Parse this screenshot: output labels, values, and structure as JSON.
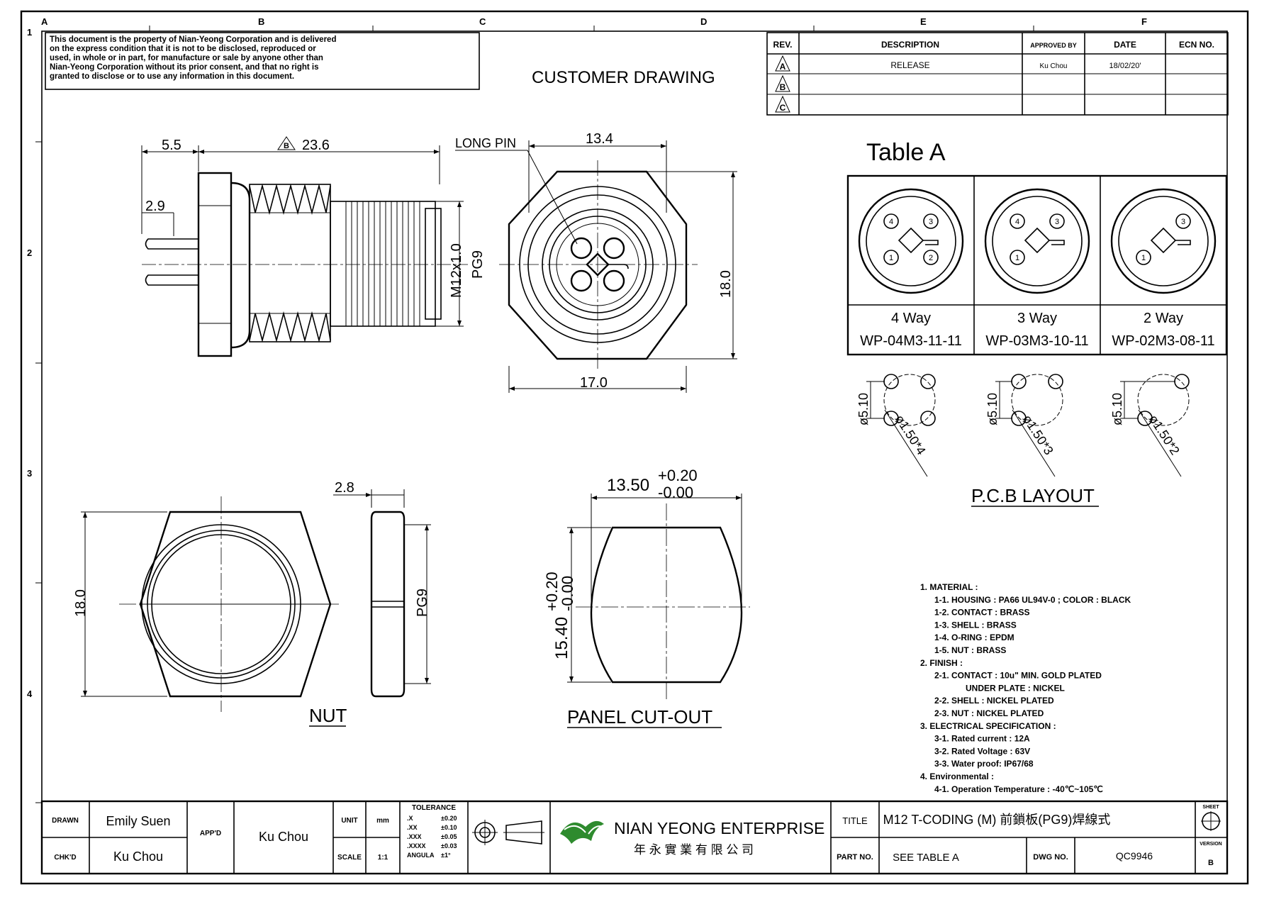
{
  "zone_letters": [
    "A",
    "B",
    "C",
    "D",
    "E",
    "F"
  ],
  "zone_numbers": [
    "1",
    "2",
    "3",
    "4"
  ],
  "notice": [
    "This document is the property of Nian-Yeong Corporation and is delivered",
    "on  the  express condition that it is not to be disclosed, reproduced or",
    "used, in whole or in part, for manufacture or sale by anyone other than",
    "Nian-Yeong Corporation without  its prior consent, and that  no right  is",
    "granted to disclose or to use any information in this  document."
  ],
  "customer_drawing": "CUSTOMER  DRAWING",
  "revision_table": {
    "headers": [
      "REV.",
      "DESCRIPTION",
      "APPROVED BY",
      "DATE",
      "ECN NO."
    ],
    "rows": [
      {
        "rev": "A",
        "description": "RELEASE",
        "approved": "Ku Chou",
        "date": "18/02/20'",
        "ecn": ""
      },
      {
        "rev": "B",
        "description": "",
        "approved": "",
        "date": "",
        "ecn": ""
      },
      {
        "rev": "C",
        "description": "",
        "approved": "",
        "date": "",
        "ecn": ""
      }
    ]
  },
  "side_view": {
    "dim_5_5": "5.5",
    "dim_23_6": "23.6",
    "rev_marker": "B",
    "dim_2_9": "2.9",
    "thread": "M12x1.0",
    "pg": "PG9"
  },
  "front_view": {
    "long_pin": "LONG PIN",
    "dim_13_4": "13.4",
    "dim_18_0": "18.0",
    "dim_17_0": "17.0"
  },
  "table_a": {
    "title": "Table  A",
    "columns": [
      {
        "way": "4  Way",
        "part": "WP-04M3-11-11",
        "pins": [
          "4",
          "3",
          "1",
          "2"
        ]
      },
      {
        "way": "3  Way",
        "part": "WP-03M3-10-11",
        "pins": [
          "4",
          "3",
          "1"
        ]
      },
      {
        "way": "2  Way",
        "part": "WP-02M3-08-11",
        "pins": [
          "3",
          "1"
        ]
      }
    ]
  },
  "pcb_layout": {
    "title": "P.C.B  LAYOUT",
    "circle_dim": "ø5.10",
    "hole_dims": [
      "ø1.50*4",
      "ø1.50*3",
      "ø1.50*2"
    ]
  },
  "nut": {
    "label": "NUT",
    "dim_18_0": "18.0",
    "dim_2_8": "2.8",
    "pg": "PG9"
  },
  "panel_cutout": {
    "label": "PANEL  CUT-OUT",
    "width_dim": "13.50",
    "width_tol_plus": "+0.20",
    "width_tol_minus": "-0.00",
    "height_dim": "15.40",
    "height_tol_plus": "+0.20",
    "height_tol_minus": "-0.00"
  },
  "notes": [
    {
      "indent": 0,
      "text": "1.  MATERIAL  :"
    },
    {
      "indent": 1,
      "text": "1-1.  HOUSING  :  PA66  UL94V-0  ;  COLOR  :  BLACK"
    },
    {
      "indent": 1,
      "text": "1-2.  CONTACT  :  BRASS"
    },
    {
      "indent": 1,
      "text": "1-3.  SHELL  :  BRASS"
    },
    {
      "indent": 1,
      "text": "1-4.  O-RING  :  EPDM"
    },
    {
      "indent": 1,
      "text": "1-5.  NUT  :  BRASS"
    },
    {
      "indent": 0,
      "text": "2.  FINISH  :"
    },
    {
      "indent": 2,
      "text": "2-1.  CONTACT  :  10u\"  MIN.  GOLD  PLATED"
    },
    {
      "indent": 3,
      "text": "UNDER  PLATE  :  NICKEL"
    },
    {
      "indent": 2,
      "text": "2-2.  SHELL  :  NICKEL  PLATED"
    },
    {
      "indent": 2,
      "text": "2-3.  NUT  :  NICKEL  PLATED"
    },
    {
      "indent": 0,
      "text": "3.  ELECTRICAL  SPECIFICATION  :"
    },
    {
      "indent": 2,
      "text": "3-1.  Rated  current  :  12A"
    },
    {
      "indent": 2,
      "text": "3-2.  Rated  Voltage  :  63V"
    },
    {
      "indent": 2,
      "text": "3-3.  Water  proof:  IP67/68"
    },
    {
      "indent": 0,
      "text": "4.  Environmental  :"
    },
    {
      "indent": 2,
      "text": "4-1.  Operation  Temperature  :  -40℃~105℃"
    }
  ],
  "title_block": {
    "drawn_label": "DRAWN",
    "drawn": "Emily  Suen",
    "chkd_label": "CHK'D",
    "chkd": "Ku  Chou",
    "appd_label": "APP'D",
    "appd": "Ku  Chou",
    "unit_label": "UNIT",
    "unit": "mm",
    "scale_label": "SCALE",
    "scale": "1:1",
    "tolerance_title": "TOLERANCE",
    "tolerances": [
      {
        "k": ".X",
        "v": "±0.20"
      },
      {
        "k": ".XX",
        "v": "±0.10"
      },
      {
        "k": ".XXX",
        "v": "±0.05"
      },
      {
        "k": ".XXXX",
        "v": "±0.03"
      },
      {
        "k": "ANGULA",
        "v": "±1°"
      }
    ],
    "company": "NIAN YEONG ENTERPRISE",
    "company_cn": "年 永 實 業 有 限 公 司",
    "title_label": "TITLE",
    "title": "M12  T-CODING  (M)  前鎖板(PG9)焊線式",
    "part_label": "PART  NO.",
    "part": "SEE  TABLE  A",
    "dwg_label": "DWG  NO.",
    "dwg": "QC9946",
    "sheet_label": "SHEET",
    "version_label": "VERSION",
    "version": "B"
  },
  "colors": {
    "ink": "#000000",
    "paper": "#ffffff",
    "logo_green": "#2e8b2e"
  }
}
